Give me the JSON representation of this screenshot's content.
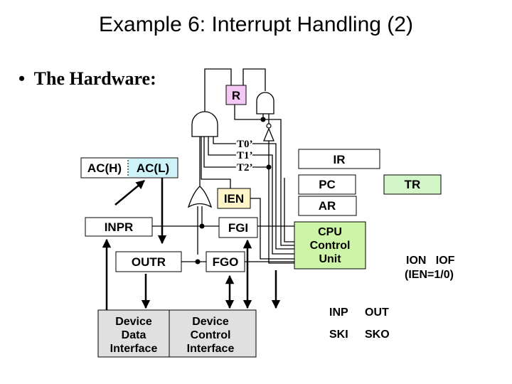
{
  "slide": {
    "title": "Example 6: Interrupt Handling (2)",
    "bullet": "The Hardware:",
    "bullet_marker": "•"
  },
  "colors": {
    "r_fill": "#f4c8f4",
    "ien_fill": "#fff5c8",
    "acl_fill": "#cdf3f8",
    "cpu_fill": "#ccf5a8",
    "tr_fill": "#d2f5c8",
    "device_fill": "#e0e0e0",
    "line": "#000000"
  },
  "registers": {
    "r": "R",
    "ac_h": "AC(H)",
    "ac_l": "AC(L)",
    "ien": "IEN",
    "inpr": "INPR",
    "fgi": "FGI",
    "outr": "OUTR",
    "fgo": "FGO",
    "ir": "IR",
    "pc": "PC",
    "ar": "AR",
    "tr": "TR"
  },
  "timing_signals": [
    "T0’",
    "T1’",
    "T2’"
  ],
  "cpu_control": [
    "CPU",
    "Control",
    "Unit"
  ],
  "device_data_interface": [
    "Device",
    "Data",
    "Interface"
  ],
  "device_control_interface": [
    "Device",
    "Control",
    "Interface"
  ],
  "instructions": {
    "ion_iof": "ION   IOF",
    "ien_note": "(IEN=1/0)",
    "inp": "INP",
    "out": "OUT",
    "ski": "SKI",
    "sko": "SKO"
  },
  "gates": {
    "and_left": "and-gate",
    "and_right": "and-gate",
    "not": "not-gate",
    "or": "or-gate"
  }
}
